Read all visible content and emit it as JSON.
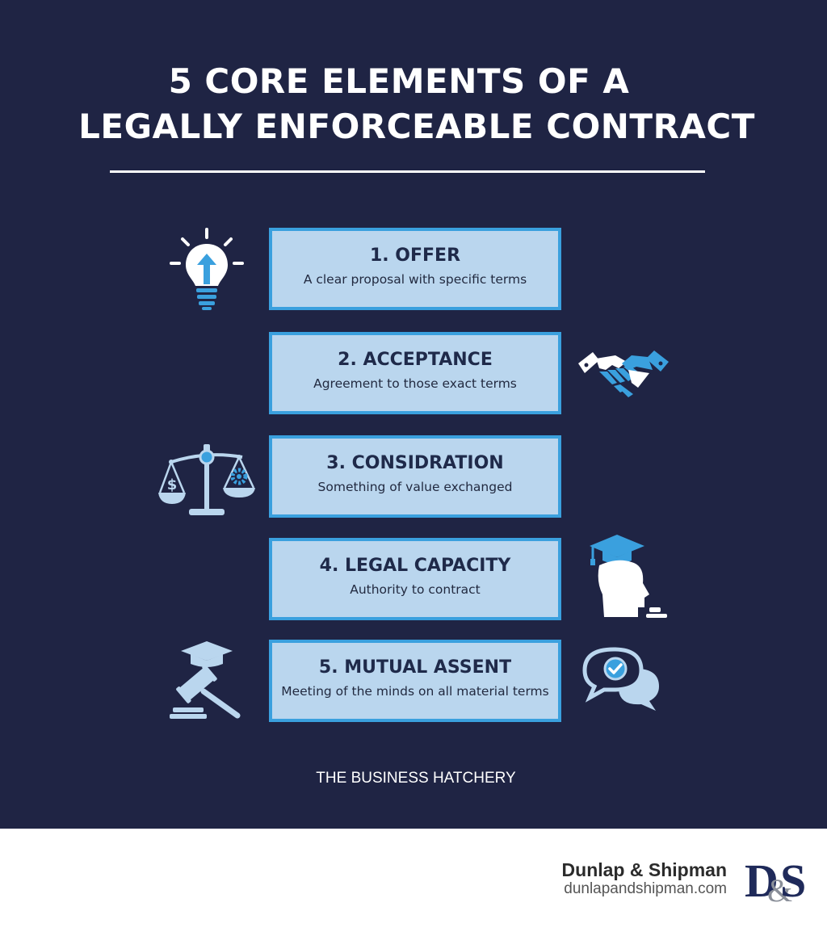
{
  "title": {
    "line1": "5 CORE ELEMENTS OF A",
    "line2": "LEGALLY ENFORCEABLE CONTRACT"
  },
  "elements": [
    {
      "heading": "1. OFFER",
      "description": "A clear proposal with specific terms",
      "icon": "lightbulb-icon"
    },
    {
      "heading": "2. ACCEPTANCE",
      "description": "Agreement to those exact terms",
      "icon": "handshake-icon"
    },
    {
      "heading": "3. CONSIDRATION",
      "description": "Something of value exchanged",
      "icon": "scales-icon"
    },
    {
      "heading": "4. LEGAL CAPACITY",
      "description": "Authority to contract",
      "icon": "graduate-head-icon"
    },
    {
      "heading": "5. MUTUAL ASSENT",
      "description": "Meeting of the minds on all material terms",
      "icon": "gavel-icon"
    }
  ],
  "extra_icons": [
    "chat-check-icon"
  ],
  "footer_label": "THE BUSINESS HATCHERY",
  "brand": {
    "name": "Dunlap & Shipman",
    "url": "dunlapandshipman.com",
    "monogram": "D&S"
  },
  "colors": {
    "background": "#1f2444",
    "card_fill": "#bad6ee",
    "card_border": "#3aa0de",
    "accent": "#3aa0de",
    "brand_navy": "#1f2a5a"
  }
}
